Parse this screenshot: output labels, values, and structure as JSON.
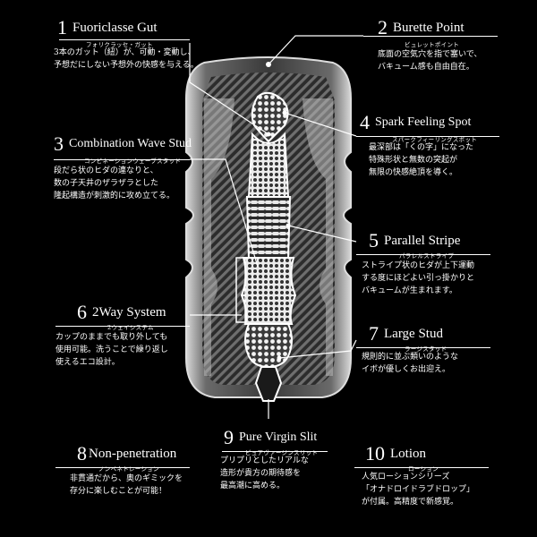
{
  "features": [
    {
      "num": "1",
      "title": "Fuoriclasse Gut",
      "sub": "フォリクラッセ・ガット",
      "lines": [
        "3本のガット（紐）が、可動・変動し、",
        "予想だにしない予想外の快感を与える。"
      ]
    },
    {
      "num": "2",
      "title": "Burette Point",
      "sub": "ビュレットポイント",
      "lines": [
        "底面の空気穴を指で塞いで、",
        "バキューム感も自由自在。"
      ]
    },
    {
      "num": "3",
      "title": "Combination Wave Stud",
      "sub": "コンビネーションウェーブスタッド",
      "lines": [
        "段だら状のヒダの連なりと、",
        "数の子天井のザラザラとした",
        "隆起構造が刺激的に攻め立てる。"
      ]
    },
    {
      "num": "4",
      "title": "Spark Feeling Spot",
      "sub": "スパークフィーリングスポット",
      "lines": [
        "最深部は「くの字」になった",
        "特殊形状と無数の突起が",
        "無限の快感絶頂を導く。"
      ]
    },
    {
      "num": "5",
      "title": "Parallel Stripe",
      "sub": "パラレルストライプ",
      "lines": [
        "ストライプ状のヒダが上下運動",
        "する度にほどよい引っ掛かりと",
        "バキュームが生まれます。"
      ]
    },
    {
      "num": "6",
      "title": "2Way System",
      "sub": "2ウェイシステム",
      "lines": [
        "カップのままでも取り外しても",
        "使用可能。洗うことで繰り返し",
        "使えるエコ設計。"
      ]
    },
    {
      "num": "7",
      "title": "Large Stud",
      "sub": "ラージスタッド",
      "lines": [
        "規則的に並ぶ類いのような",
        "イボが優しくお出迎え。"
      ]
    },
    {
      "num": "8",
      "title": "Non-penetration",
      "sub": "ノンペネトレーション",
      "lines": [
        "非貫通だから、奥のギミックを",
        "存分に楽しむことが可能！"
      ]
    },
    {
      "num": "9",
      "title": "Pure Virgin Slit",
      "sub": "ピュアヴァージンスリット",
      "lines": [
        "プリプリとしたリアルな",
        "造形が貴方の期待感を",
        "最高潮に高める。"
      ]
    },
    {
      "num": "10",
      "title": "Lotion",
      "sub": "ローション",
      "lines": [
        "人気ローションシリーズ",
        "「オナドロイドラブドロップ」",
        "が付属。高精度で新感覚。"
      ]
    }
  ]
}
